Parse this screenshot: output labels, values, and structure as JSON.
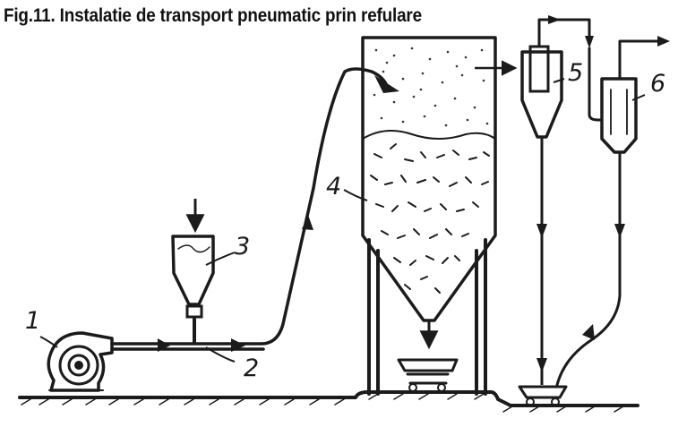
{
  "title": "Fig.11. Instalatie de transport pneumatic prin refulare",
  "labels": [
    "1",
    "2",
    "3",
    "4",
    "5",
    "6"
  ],
  "colors": {
    "ink": "#1b1b1b",
    "paper": "#ffffff"
  }
}
